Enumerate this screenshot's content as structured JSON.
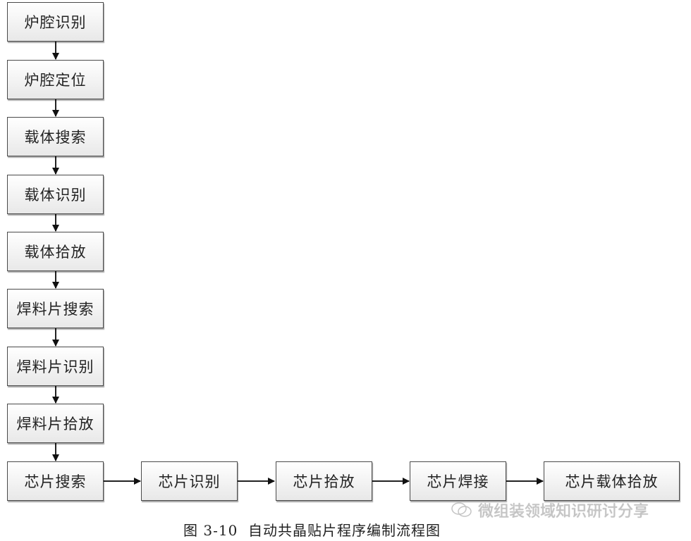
{
  "diagram": {
    "vertical_steps": [
      {
        "label": "炉腔识别"
      },
      {
        "label": "炉腔定位"
      },
      {
        "label": "载体搜索"
      },
      {
        "label": "载体识别"
      },
      {
        "label": "载体拾放"
      },
      {
        "label": "焊料片搜索"
      },
      {
        "label": "焊料片识别"
      },
      {
        "label": "焊料片拾放"
      },
      {
        "label": "芯片搜索"
      }
    ],
    "horizontal_steps": [
      {
        "label": "芯片识别"
      },
      {
        "label": "芯片拾放"
      },
      {
        "label": "芯片焊接"
      },
      {
        "label": "芯片载体拾放"
      }
    ],
    "caption": {
      "number": "图 3-10",
      "title": "自动共晶贴片程序编制流程图"
    },
    "watermark": {
      "icon": "wechat-icon",
      "text": "微组装领域知识研讨分享"
    }
  }
}
